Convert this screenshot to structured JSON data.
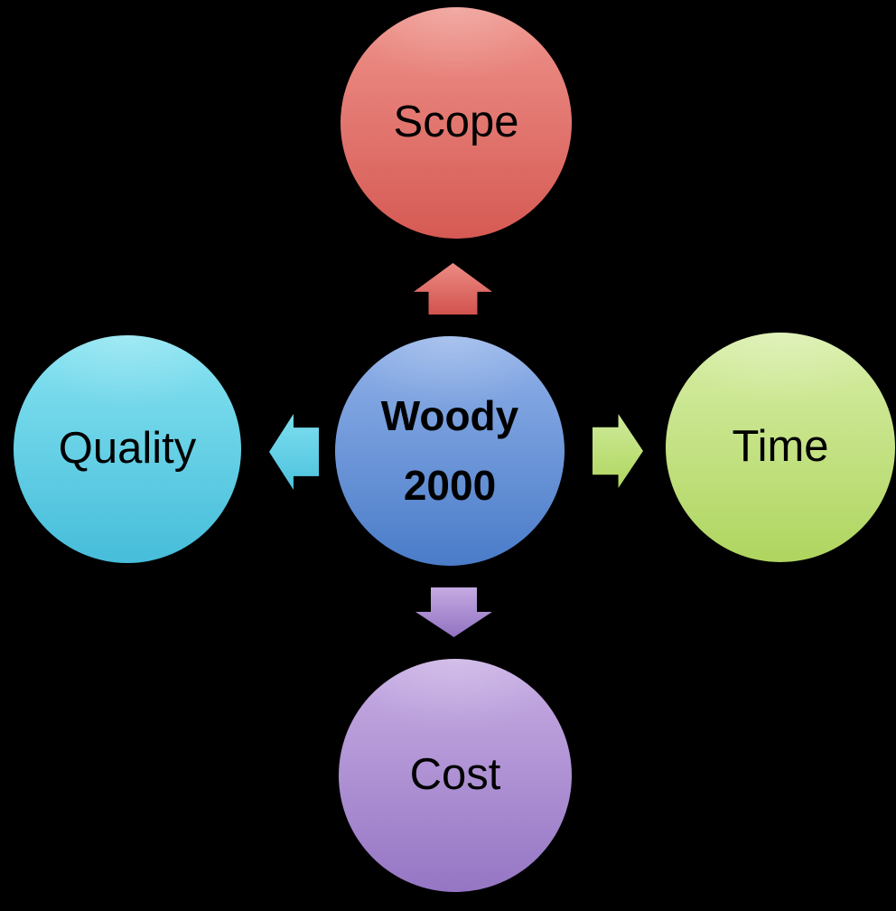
{
  "diagram": {
    "type": "radial-hub-spoke",
    "background_color": "#000000",
    "text_color": "#000000",
    "center": {
      "id": "woody-2000",
      "line1": "Woody",
      "line2": "2000",
      "color_top": "#92B2E9",
      "color_bottom": "#4A7CC9"
    },
    "nodes": [
      {
        "id": "scope",
        "label": "Scope",
        "position": "top",
        "color_top": "#EE938B",
        "color_bottom": "#D65A54",
        "arrow_direction": "up",
        "arrow_color_top": "#EC8B83",
        "arrow_color_bottom": "#D2534E"
      },
      {
        "id": "time",
        "label": "Time",
        "position": "right",
        "color_top": "#D8EEA8",
        "color_bottom": "#AFD55F",
        "arrow_direction": "right",
        "arrow_color_top": "#CFEA9B",
        "arrow_color_bottom": "#AFD65E"
      },
      {
        "id": "cost",
        "label": "Cost",
        "position": "bottom",
        "color_top": "#C7ADE3",
        "color_bottom": "#9576C4",
        "arrow_direction": "down",
        "arrow_color_top": "#C4AAE1",
        "arrow_color_bottom": "#9273C2"
      },
      {
        "id": "quality",
        "label": "Quality",
        "position": "left",
        "color_top": "#87E3F1",
        "color_bottom": "#46BDDA",
        "arrow_direction": "left",
        "arrow_color_top": "#7EDEEF",
        "arrow_color_bottom": "#4CC2DD"
      }
    ]
  }
}
